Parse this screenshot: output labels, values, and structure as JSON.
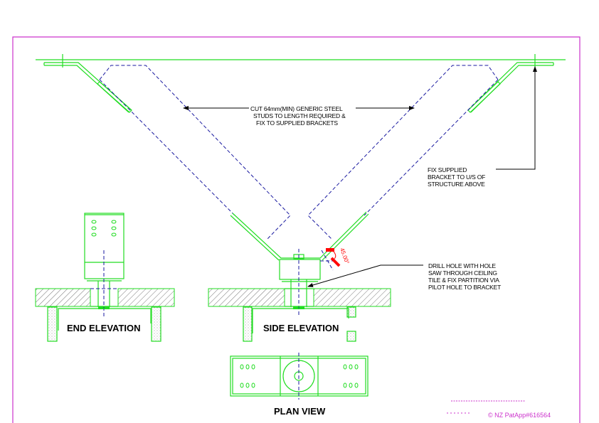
{
  "notes": {
    "studs": [
      "CUT 64mm(MIN) GENERIC STEEL",
      "STUDS TO LENGTH REQUIRED &",
      "FIX TO SUPPLIED BRACKETS"
    ],
    "fix_bracket": [
      "FIX SUPPLIED",
      "BRACKET TO U/S OF",
      "STRUCTURE ABOVE"
    ],
    "drill": [
      "DRILL HOLE WITH HOLE",
      "SAW THROUGH CEILING",
      "TILE & FIX PARTITION VIA",
      "PILOT HOLE TO BRACKET"
    ]
  },
  "angle_label": "45.00°",
  "views": {
    "end": "END ELEVATION",
    "side": "SIDE ELEVATION",
    "plan": "PLAN VIEW"
  },
  "copyright": "© NZ PatApp#616564",
  "colors": {
    "steel": "#22dd22",
    "centerline": "#1a1aa0",
    "dimension": "#ff0000",
    "border": "#cc33cc"
  }
}
